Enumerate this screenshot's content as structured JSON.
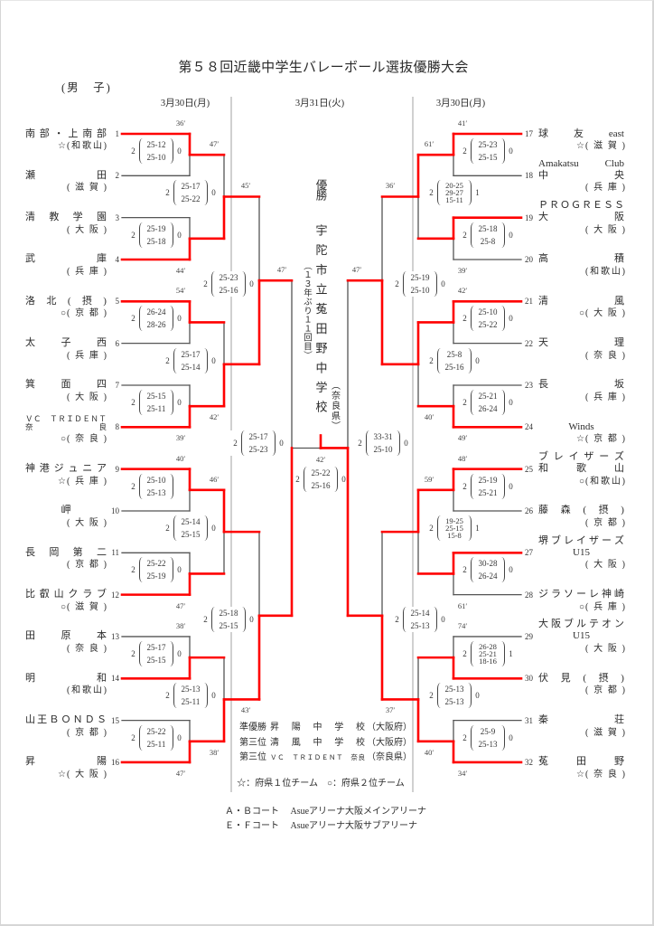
{
  "header": {
    "title": "第５８回近畿中学生バレーボール選抜優勝大会",
    "division": "(男　子)"
  },
  "dates": {
    "left": "3月30日(月)",
    "center": "3月31日(火)",
    "right": "3月30日(月)"
  },
  "teams": {
    "left": [
      {
        "seed": 1,
        "name_lines": [
          "南部・上南部"
        ],
        "mark": "☆",
        "pref": "(和歌山)"
      },
      {
        "seed": 2,
        "name_lines": [
          "瀬田"
        ],
        "mark": "",
        "pref": "(滋賀)"
      },
      {
        "seed": 3,
        "name_lines": [
          "清教学園"
        ],
        "mark": "",
        "pref": "(大阪)"
      },
      {
        "seed": 4,
        "name_lines": [
          "武庫"
        ],
        "mark": "",
        "pref": "(兵庫)"
      },
      {
        "seed": 5,
        "name_lines": [
          "洛北(摂)"
        ],
        "mark": "○",
        "pref": "(京都)"
      },
      {
        "seed": 6,
        "name_lines": [
          "太子西"
        ],
        "mark": "",
        "pref": "(兵庫)"
      },
      {
        "seed": 7,
        "name_lines": [
          "箕面四"
        ],
        "mark": "",
        "pref": "(大阪)"
      },
      {
        "seed": 8,
        "name_lines": [
          "ＶＣ　ＴＲＩＤＥＮＴ",
          "奈良"
        ],
        "mark": "○",
        "pref": "(奈良)"
      },
      {
        "seed": 9,
        "name_lines": [
          "神港ジュニア"
        ],
        "mark": "☆",
        "pref": "(兵庫)"
      },
      {
        "seed": 10,
        "name_lines": [
          "岬"
        ],
        "mark": "",
        "pref": "(大阪)"
      },
      {
        "seed": 11,
        "name_lines": [
          "長岡第二"
        ],
        "mark": "",
        "pref": "(京都)"
      },
      {
        "seed": 12,
        "name_lines": [
          "比叡山クラブ"
        ],
        "mark": "○",
        "pref": "(滋賀)"
      },
      {
        "seed": 13,
        "name_lines": [
          "田原本"
        ],
        "mark": "",
        "pref": "(奈良)"
      },
      {
        "seed": 14,
        "name_lines": [
          "明和"
        ],
        "mark": "",
        "pref": "(和歌山)"
      },
      {
        "seed": 15,
        "name_lines": [
          "山王ＢＯＮＤＳ"
        ],
        "mark": "",
        "pref": "(京都)"
      },
      {
        "seed": 16,
        "name_lines": [
          "昇陽"
        ],
        "mark": "☆",
        "pref": "(大阪)"
      }
    ],
    "right": [
      {
        "seed": 17,
        "name_lines": [
          "球友east"
        ],
        "mark": "☆",
        "pref": "(滋賀)"
      },
      {
        "seed": 18,
        "name_lines": [
          "Amakatsu Club",
          "中央"
        ],
        "mark": "",
        "pref": "(兵庫)"
      },
      {
        "seed": 19,
        "name_lines": [
          "ＰＲＯＧＲＥＳＳ",
          "大阪"
        ],
        "mark": "",
        "pref": "(大阪)"
      },
      {
        "seed": 20,
        "name_lines": [
          "高積"
        ],
        "mark": "",
        "pref": "(和歌山)"
      },
      {
        "seed": 21,
        "name_lines": [
          "清風"
        ],
        "mark": "○",
        "pref": "(大阪)"
      },
      {
        "seed": 22,
        "name_lines": [
          "天理"
        ],
        "mark": "",
        "pref": "(奈良)"
      },
      {
        "seed": 23,
        "name_lines": [
          "長坂"
        ],
        "mark": "",
        "pref": "(兵庫)"
      },
      {
        "seed": 24,
        "name_lines": [
          "Winds"
        ],
        "mark": "☆",
        "pref": "(京都)"
      },
      {
        "seed": 25,
        "name_lines": [
          "ブレイザーズ",
          "和歌山"
        ],
        "mark": "○",
        "pref": "(和歌山)"
      },
      {
        "seed": 26,
        "name_lines": [
          "藤森(摂)"
        ],
        "mark": "",
        "pref": "(京都)"
      },
      {
        "seed": 27,
        "name_lines": [
          "堺ブレイザーズ",
          "U15"
        ],
        "mark": "",
        "pref": "(大阪)"
      },
      {
        "seed": 28,
        "name_lines": [
          "ジラソーレ神崎"
        ],
        "mark": "○",
        "pref": "(兵庫)"
      },
      {
        "seed": 29,
        "name_lines": [
          "大阪ブルテオン",
          "U15"
        ],
        "mark": "",
        "pref": "(大阪)"
      },
      {
        "seed": 30,
        "name_lines": [
          "伏見(摂)"
        ],
        "mark": "",
        "pref": "(京都)"
      },
      {
        "seed": 31,
        "name_lines": [
          "秦荘"
        ],
        "mark": "",
        "pref": "(滋賀)"
      },
      {
        "seed": 32,
        "name_lines": [
          "菟田野"
        ],
        "mark": "☆",
        "pref": "(奈良)"
      }
    ]
  },
  "matches": {
    "left": [
      [
        {
          "winner": 1,
          "sets_won": "2",
          "scores": [
            "25-12",
            "25-10"
          ],
          "sets_lost": "0",
          "time": "36′"
        },
        {
          "winner": 4,
          "sets_won": "2",
          "scores": [
            "25-19",
            "25-18"
          ],
          "sets_lost": "0",
          "time": "44′"
        },
        {
          "winner": 5,
          "sets_won": "2",
          "scores": [
            "26-24",
            "28-26"
          ],
          "sets_lost": "0",
          "time": "54′"
        },
        {
          "winner": 8,
          "sets_won": "2",
          "scores": [
            "25-15",
            "25-11"
          ],
          "sets_lost": "0",
          "time": "39′"
        },
        {
          "winner": 9,
          "sets_won": "2",
          "scores": [
            "25-10",
            "25-13"
          ],
          "sets_lost": "",
          "time": "40′"
        },
        {
          "winner": 12,
          "sets_won": "2",
          "scores": [
            "25-22",
            "25-19"
          ],
          "sets_lost": "0",
          "time": "47′"
        },
        {
          "winner": 14,
          "sets_won": "2",
          "scores": [
            "25-17",
            "25-15"
          ],
          "sets_lost": "0",
          "time": "38′"
        },
        {
          "winner": 16,
          "sets_won": "2",
          "scores": [
            "25-22",
            "25-11"
          ],
          "sets_lost": "0",
          "time": "47′"
        }
      ],
      [
        {
          "winner": 4,
          "sets_won": "2",
          "scores": [
            "25-17",
            "25-22"
          ],
          "sets_lost": "0",
          "time": "47′"
        },
        {
          "winner": 8,
          "sets_won": "2",
          "scores": [
            "25-17",
            "25-14"
          ],
          "sets_lost": "0",
          "time": "42′"
        },
        {
          "winner": 9,
          "sets_won": "2",
          "scores": [
            "25-14",
            "25-15"
          ],
          "sets_lost": "0",
          "time": "46′"
        },
        {
          "winner": 16,
          "sets_won": "2",
          "scores": [
            "25-13",
            "25-11"
          ],
          "sets_lost": "0",
          "time": "38′"
        }
      ],
      [
        {
          "winner": 8,
          "sets_won": "2",
          "scores": [
            "25-23",
            "25-16"
          ],
          "sets_lost": "0",
          "time": "45′"
        },
        {
          "winner": 16,
          "sets_won": "2",
          "scores": [
            "25-18",
            "25-15"
          ],
          "sets_lost": "0",
          "time": "43′"
        }
      ],
      [
        {
          "winner": 16,
          "sets_won": "2",
          "scores": [
            "25-17",
            "25-23"
          ],
          "sets_lost": "0",
          "time": "47′"
        }
      ]
    ],
    "right": [
      [
        {
          "winner": 17,
          "sets_won": "2",
          "scores": [
            "25-23",
            "25-15"
          ],
          "sets_lost": "0",
          "time": "41′"
        },
        {
          "winner": 19,
          "sets_won": "2",
          "scores": [
            "25-18",
            "25-8"
          ],
          "sets_lost": "0",
          "time": "39′"
        },
        {
          "winner": 21,
          "sets_won": "2",
          "scores": [
            "25-10",
            "25-22"
          ],
          "sets_lost": "0",
          "time": "42′"
        },
        {
          "winner": 24,
          "sets_won": "2",
          "scores": [
            "25-21",
            "26-24"
          ],
          "sets_lost": "0",
          "time": "49′"
        },
        {
          "winner": 25,
          "sets_won": "2",
          "scores": [
            "25-19",
            "25-21"
          ],
          "sets_lost": "0",
          "time": "48′"
        },
        {
          "winner": 27,
          "sets_won": "2",
          "scores": [
            "30-28",
            "26-24"
          ],
          "sets_lost": "0",
          "time": "61′"
        },
        {
          "winner": 30,
          "sets_won": "2",
          "scores": [
            "26-28",
            "25-21",
            "18-16"
          ],
          "sets_lost": "1",
          "time": "74′"
        },
        {
          "winner": 32,
          "sets_won": "2",
          "scores": [
            "25-9",
            "25-13"
          ],
          "sets_lost": "0",
          "time": "34′"
        }
      ],
      [
        {
          "winner": 17,
          "sets_won": "2",
          "scores": [
            "20-25",
            "29-27",
            "15-11"
          ],
          "sets_lost": "1",
          "time": "61′"
        },
        {
          "winner": 21,
          "sets_won": "2",
          "scores": [
            "25-8",
            "25-16"
          ],
          "sets_lost": "0",
          "time": "40′"
        },
        {
          "winner": 25,
          "sets_won": "2",
          "scores": [
            "19-25",
            "25-15",
            "15-8"
          ],
          "sets_lost": "1",
          "time": "59′"
        },
        {
          "winner": 32,
          "sets_won": "2",
          "scores": [
            "25-13",
            "25-13"
          ],
          "sets_lost": "0",
          "time": "40′"
        }
      ],
      [
        {
          "winner": 21,
          "sets_won": "2",
          "scores": [
            "25-19",
            "25-10"
          ],
          "sets_lost": "0",
          "time": "36′"
        },
        {
          "winner": 32,
          "sets_won": "2",
          "scores": [
            "25-14",
            "25-13"
          ],
          "sets_lost": "0",
          "time": "37′"
        }
      ],
      [
        {
          "winner": 32,
          "sets_won": "2",
          "scores": [
            "33-31",
            "25-10"
          ],
          "sets_lost": "0",
          "time": "47′"
        }
      ]
    ],
    "final": {
      "winner": 32,
      "sets_won": "2",
      "scores": [
        "25-22",
        "25-16"
      ],
      "sets_lost": "0",
      "time": "42′"
    }
  },
  "champion": {
    "label": "優勝",
    "name": "宇陀市立菟田野中学校",
    "note": "（１３年ぶり１１回目）",
    "pref": "（奈良県）"
  },
  "results": [
    {
      "label": "準優勝",
      "name": "昇陽中学校",
      "pref": "（大阪府）"
    },
    {
      "label": "第三位",
      "name": "清風中学校",
      "pref": "（大阪府）"
    },
    {
      "label": "第三位",
      "name": "ＶＣ　ＴＲＩＤＥＮＴ　奈良",
      "pref": "（奈良県）"
    }
  ],
  "legend": "☆：府県１位チーム　○：府県２位チーム",
  "venues": [
    {
      "court": "Ａ・Ｂコート",
      "venue": "Asueアリーナ大阪メインアリーナ"
    },
    {
      "court": "Ｅ・Ｆコート",
      "venue": "Asueアリーナ大阪サブアリーナ"
    }
  ],
  "colors": {
    "winner_line": "#ff0000",
    "line": "#555555",
    "separator": "#c4c4c4"
  }
}
